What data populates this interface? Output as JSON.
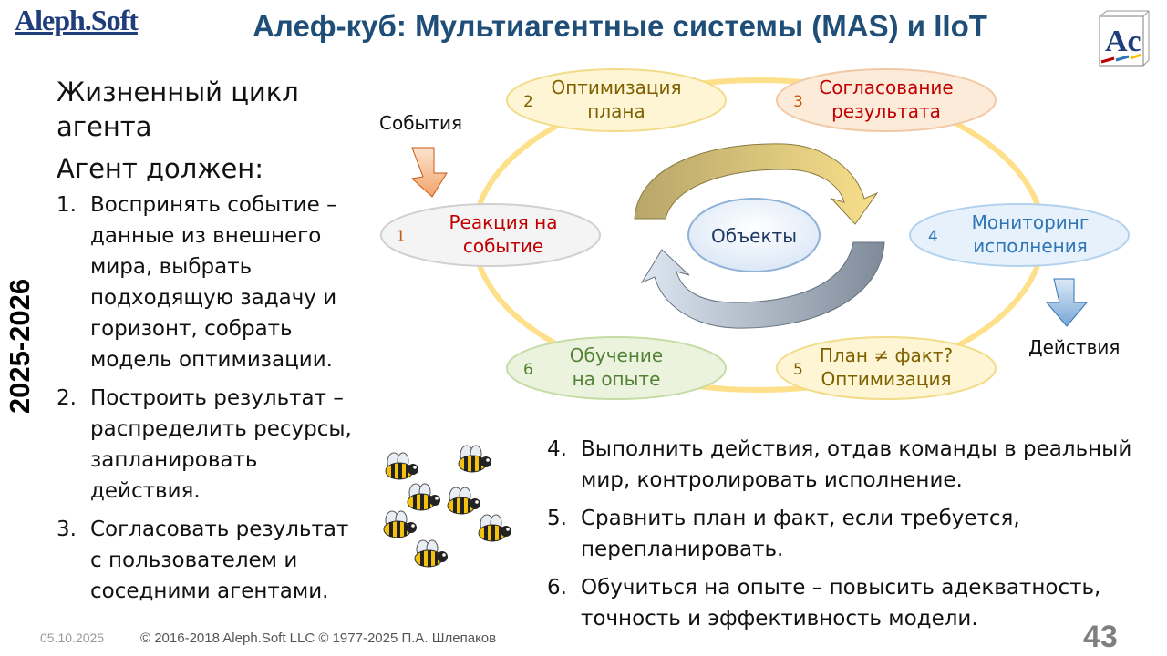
{
  "header": {
    "logo": "Aleph.Soft",
    "title": "Алеф-куб: Мультиагентные системы (MAS) и IIoT",
    "corner_logo_text": "Ac",
    "year": "2025-2026"
  },
  "intro": {
    "heading": "Жизненный цикл агента",
    "lead": "Агент должен:"
  },
  "steps": [
    {
      "num": "1.",
      "text": "Воспринять событие – данные из внешнего мира, выбрать подходящую задачу и горизонт, собрать модель оптимизации."
    },
    {
      "num": "2.",
      "text": "Построить результат – распределить ресурсы, запланировать действия."
    },
    {
      "num": "3.",
      "text": "Согласовать результат с пользователем и соседними агентами."
    },
    {
      "num": "4.",
      "text": "Выполнить действия, отдав команды в реальный мир, контролировать исполнение."
    },
    {
      "num": "5.",
      "text": "Сравнить план и факт, если требуется, перепланировать."
    },
    {
      "num": "6.",
      "text": "Обучиться на опыте – повысить адекватность, точность и эффективность модели."
    }
  ],
  "diagram": {
    "input_label": "События",
    "output_label": "Действия",
    "center_label": "Объекты",
    "stages": [
      {
        "num": "1",
        "line1": "Реакция на",
        "line2": "событие",
        "color": "#c00000",
        "fill": "#f2f2f2"
      },
      {
        "num": "2",
        "line1": "Оптимизация",
        "line2": "плана",
        "color": "#7f6000",
        "fill": "#fdf5d3"
      },
      {
        "num": "3",
        "line1": "Согласование",
        "line2": "результата",
        "color": "#c00000",
        "fill": "#fdebd9"
      },
      {
        "num": "4",
        "line1": "Мониторинг",
        "line2": "исполнения",
        "color": "#2e75b6",
        "fill": "#e6f1fb"
      },
      {
        "num": "5",
        "line1": "План ≠ факт?",
        "line2": "Оптимизация",
        "color": "#7f6000",
        "fill": "#fdf5d3"
      },
      {
        "num": "6",
        "line1": "Обучение",
        "line2": "на опыте",
        "color": "#548235",
        "fill": "#ebf3de"
      }
    ]
  },
  "footer": {
    "date": "05.10.2025",
    "copyright": "© 2016-2018 Aleph.Soft LLC © 1977-2025 П.А. Шлепаков",
    "slide_number": "43"
  }
}
